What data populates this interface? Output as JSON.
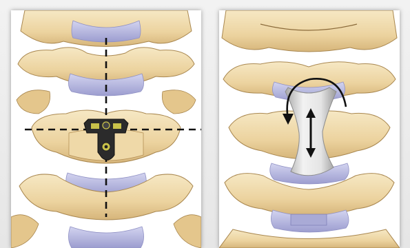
{
  "colors": {
    "bone_light": "#f3e2b8",
    "bone_mid": "#e7cb93",
    "bone_shadow": "#c9a56b",
    "bone_outline": "#9b7a45",
    "disc": "#b8b9e0",
    "disc_dark": "#8f90c4",
    "implant_dark": "#2a2a2a",
    "implant_accent": "#c9c24a",
    "cage_light": "#f4f4f4",
    "cage_shadow": "#9c9c9c",
    "guide_line": "#111111"
  },
  "panels": [
    {
      "subject": "cervical-spine-anterior-view",
      "overlay": "dashed-crosshair-with-implant-guide"
    },
    {
      "subject": "cervical-spine-anterior-view",
      "overlay": "interbody-cage-with-rotation-and-height-arrows"
    }
  ]
}
